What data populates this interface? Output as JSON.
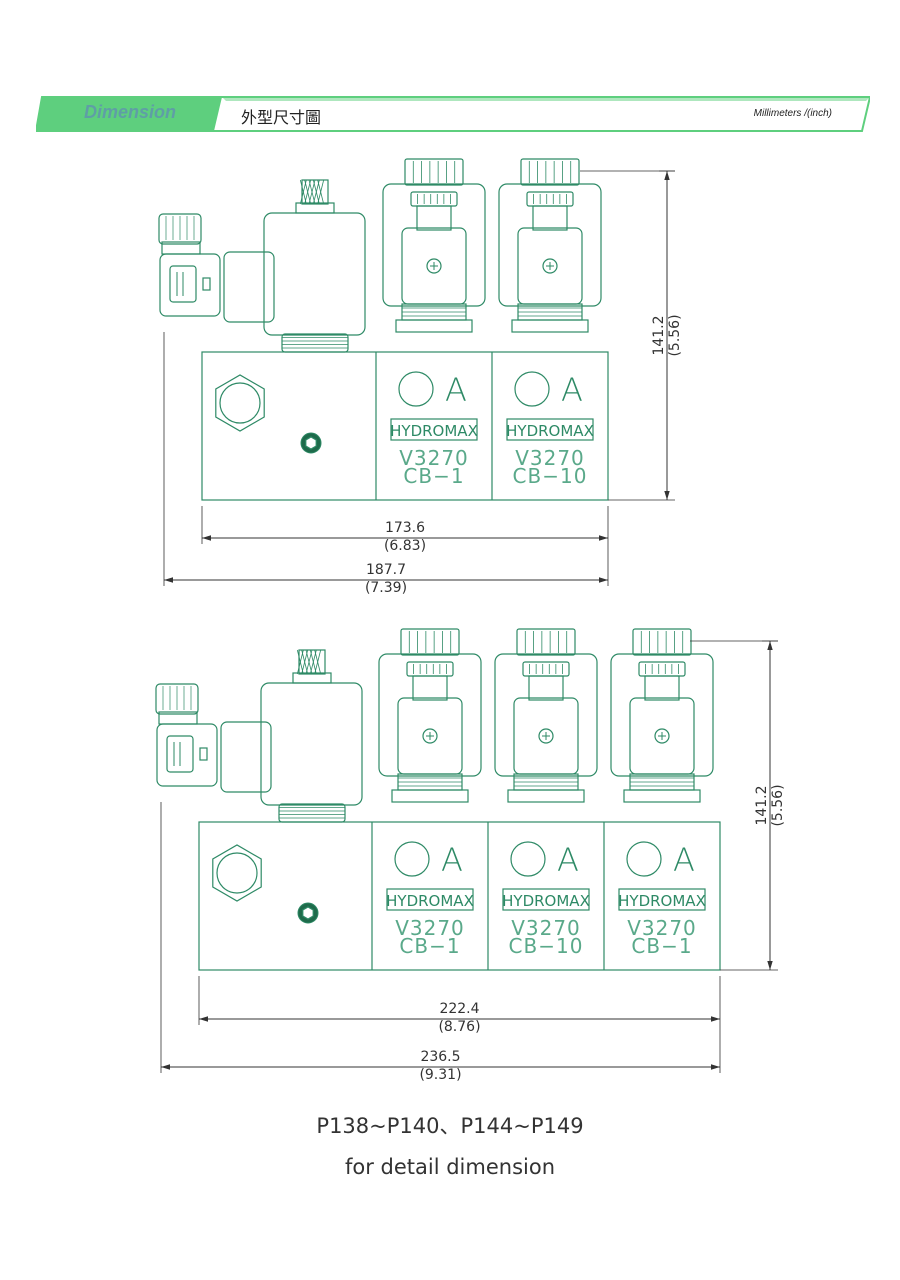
{
  "header": {
    "tab_label": "Dimension",
    "title_cn": "外型尺寸圖",
    "units": "Millimeters /(inch)"
  },
  "colors": {
    "line": "#2e8a66",
    "accent_green": "#5ecf7e",
    "dimension": "#333333"
  },
  "valve_labels": {
    "brand": "HYDROMAX",
    "model": "V3270",
    "port": "A"
  },
  "assembly_top": {
    "stations": [
      "CB−1",
      "CB−10"
    ],
    "height_mm": "141.2",
    "height_in": "(5.56)",
    "body_width_mm": "173.6",
    "body_width_in": "(6.83)",
    "overall_width_mm": "187.7",
    "overall_width_in": "(7.39)"
  },
  "assembly_bottom": {
    "stations": [
      "CB−1",
      "CB−10",
      "CB−1"
    ],
    "height_mm": "141.2",
    "height_in": "(5.56)",
    "body_width_mm": "222.4",
    "body_width_in": "(8.76)",
    "overall_width_mm": "236.5",
    "overall_width_in": "(9.31)"
  },
  "footer": {
    "line1": "P138~P140、P144~P149",
    "line2": "for detail dimension"
  }
}
